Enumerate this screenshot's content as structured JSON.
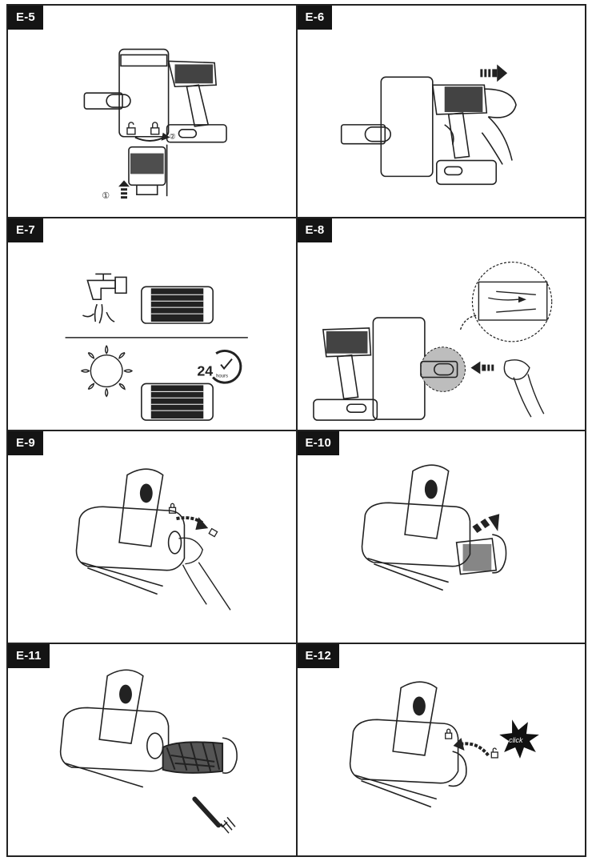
{
  "panels": [
    {
      "label": "E-5"
    },
    {
      "label": "E-6"
    },
    {
      "label": "E-7"
    },
    {
      "label": "E-8"
    },
    {
      "label": "E-9"
    },
    {
      "label": "E-10"
    },
    {
      "label": "E-11"
    },
    {
      "label": "E-12"
    }
  ],
  "e5": {
    "step1": "①",
    "step2": "②"
  },
  "e7": {
    "dry_number": "24",
    "dry_unit": "hours"
  },
  "e12": {
    "click_text": "click"
  }
}
